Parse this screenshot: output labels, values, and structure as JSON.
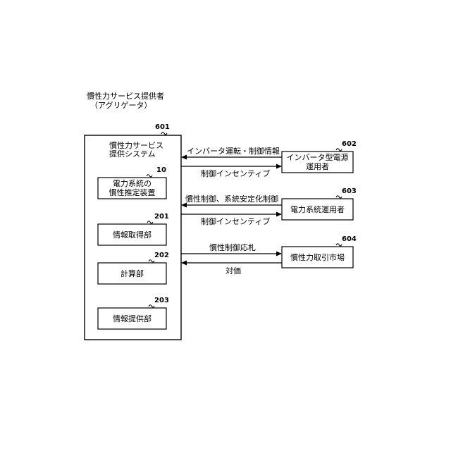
{
  "provider": {
    "title_line1": "慣性力サービス提供者",
    "title_line2": "（アグリゲータ）"
  },
  "system": {
    "ref": "601",
    "label_line1": "慣性力サービス",
    "label_line2": "提供システム",
    "components": [
      {
        "ref": "10",
        "label_line1": "電力系統の",
        "label_line2": "慣性推定装置"
      },
      {
        "ref": "201",
        "label": "情報取得部"
      },
      {
        "ref": "202",
        "label": "計算部"
      },
      {
        "ref": "203",
        "label": "情報提供部"
      }
    ]
  },
  "actors": [
    {
      "ref": "602",
      "label_line1": "インバータ型電源",
      "label_line2": "運用者"
    },
    {
      "ref": "603",
      "label": "電力系統運用者"
    },
    {
      "ref": "604",
      "label": "慣性力取引市場"
    }
  ],
  "flows": {
    "f1": "インバータ運転・制御情報",
    "f2": "制御インセンティブ",
    "f3": "慣性制御、系統安定化制御",
    "f4": "制御インセンティブ",
    "f5": "慣性制御応札",
    "f6": "対価"
  }
}
